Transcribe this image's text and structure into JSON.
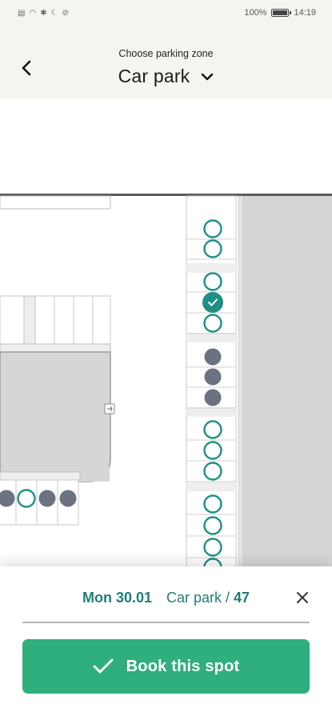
{
  "status_bar": {
    "battery": "100%",
    "time": "14:19",
    "icons": [
      "sim-icon",
      "wifi-icon",
      "bluetooth-icon",
      "moon-icon",
      "mute-icon"
    ]
  },
  "header": {
    "subtitle": "Choose parking zone",
    "title": "Car park"
  },
  "map": {
    "colors": {
      "available": "#1e8f84",
      "occupied": "#6b7280",
      "selected": "#1e8f84",
      "building": "#d6d6d6",
      "side_area": "#d6d6d6",
      "wall": "#9a9a9a"
    },
    "spots_column_right": [
      "available",
      "available",
      "available",
      "selected",
      "available",
      "occupied",
      "occupied",
      "occupied",
      "available",
      "available",
      "available",
      "available",
      "available",
      "available",
      "available"
    ],
    "spots_row_bottom": [
      "occupied",
      "available",
      "occupied",
      "occupied"
    ]
  },
  "booking": {
    "date": "Mon 30.01",
    "zone": "Car park /",
    "spot": "47",
    "button_label": "Book this spot"
  },
  "colors": {
    "accent": "#1e7f74",
    "button": "#2eaf7d"
  }
}
